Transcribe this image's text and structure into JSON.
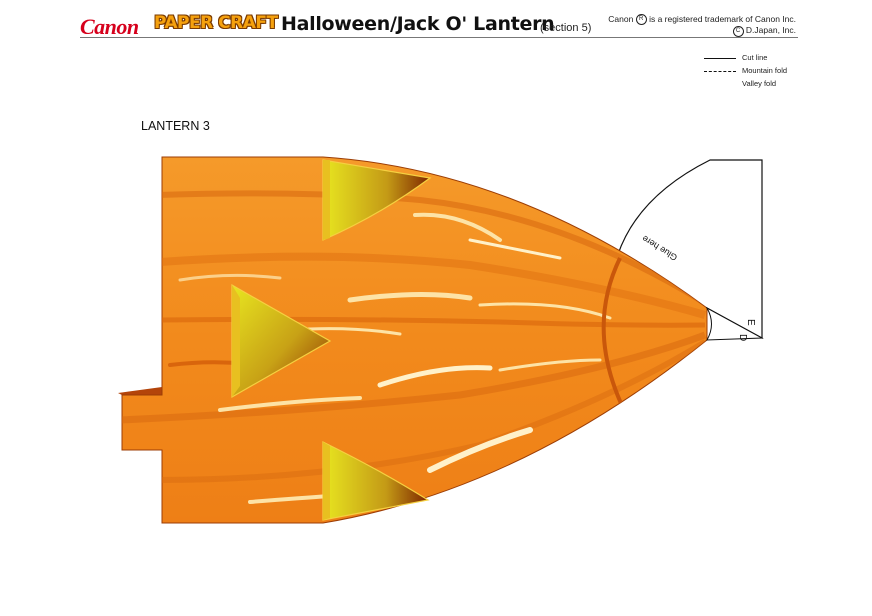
{
  "header": {
    "brand": "Canon",
    "papercraft": "PAPER CRAFT",
    "title": "Halloween/Jack O' Lantern",
    "section": "(section 5)",
    "trademark_pre": "Canon",
    "trademark_post": "is a registered trademark of Canon Inc.",
    "copyright": "D.Japan, Inc."
  },
  "legend": {
    "items": [
      {
        "label": "Cut line",
        "style": "solid"
      },
      {
        "label": "Mountain fold",
        "style": "dashed"
      },
      {
        "label": "Valley fold",
        "style": "dash-dot"
      }
    ]
  },
  "piece": {
    "name": "LANTERN 3",
    "glue_label": "Glue here",
    "marker_e": "E",
    "marker_d": "D"
  },
  "colors": {
    "pumpkin": "#f28a1c",
    "pumpkin_light": "#f7a53c",
    "pumpkin_dark": "#d95f0a",
    "rib": "#c9570b",
    "highlight": "#fde3a6",
    "cutout_light": "#e8e620",
    "cutout_dark": "#8a2a00",
    "brand_red": "#d6001c"
  },
  "icons": {
    "registered": "registered-mark-icon",
    "copyright": "copyright-mark-icon"
  }
}
